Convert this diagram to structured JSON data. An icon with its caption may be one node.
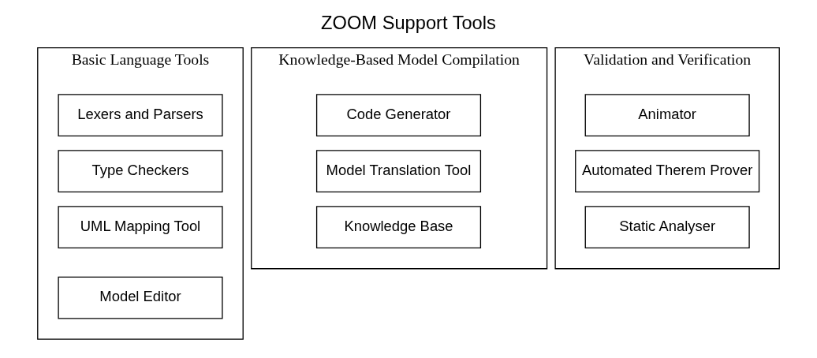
{
  "diagram": {
    "title": "ZOOM Support Tools",
    "nodes": [
      {
        "text": [
          "Basic Language Tools"
        ]
      },
      {
        "text": [
          "Lexers and Parsers"
        ],
        "in": 0
      },
      {
        "text": [
          "Type Checkers"
        ],
        "in": 0
      },
      {
        "text": [
          "UML Mapping Tool"
        ],
        "in": 0
      },
      {
        "text": [
          "Model Editor"
        ],
        "in": 0
      },
      {
        "text": [
          "Knowledge-Based Model Compilation"
        ]
      },
      {
        "text": [
          "Code Generator"
        ],
        "in": 5
      },
      {
        "text": [
          "Model Translation Tool"
        ],
        "in": 5
      },
      {
        "text": [
          "Knowledge Base"
        ],
        "in": 5
      },
      {
        "text": [
          "Validation and Verification"
        ]
      },
      {
        "text": [
          "Animator"
        ],
        "in": 9
      },
      {
        "text": [
          "Automated Therem Prover"
        ],
        "in": 9
      },
      {
        "text": [
          "Static Analyser"
        ],
        "in": 9
      }
    ],
    "edges": []
  }
}
